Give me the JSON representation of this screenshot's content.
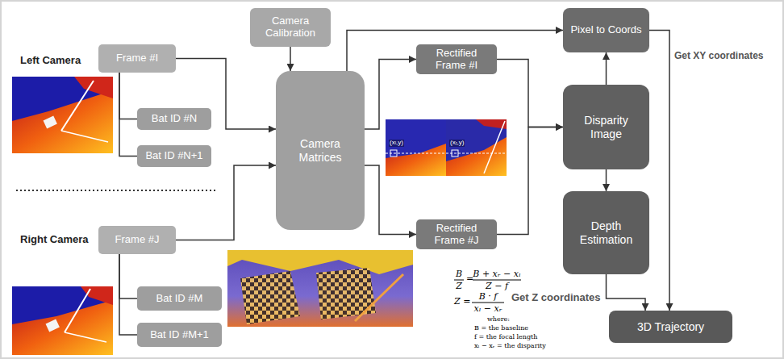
{
  "diagram": {
    "nodes": [
      {
        "text": [
          "Camera Calibration"
        ]
      },
      {
        "text": [
          "Frame #I"
        ]
      },
      {
        "text": [
          "Bat ID #N"
        ]
      },
      {
        "text": [
          "Bat ID #N+1"
        ]
      },
      {
        "text": [
          "Camera Matrices"
        ]
      },
      {
        "text": [
          "Rectified Frame #I"
        ]
      },
      {
        "text": [
          "Pixel to Coords"
        ]
      },
      {
        "text": [
          "Disparity Image"
        ]
      },
      {
        "text": [
          "Depth Estimation"
        ]
      },
      {
        "text": [
          "Rectified Frame #J"
        ]
      },
      {
        "text": [
          "Frame #J"
        ]
      },
      {
        "text": [
          "Bat ID #M"
        ]
      },
      {
        "text": [
          "Bat ID #M+1"
        ]
      },
      {
        "text": [
          "3D Trajectory"
        ]
      }
    ],
    "edges": [
      {
        "from": 1,
        "to": 4,
        "arrow": "to"
      },
      {
        "from": 1,
        "to": 2,
        "arrow": "none"
      },
      {
        "from": 1,
        "to": 3,
        "arrow": "none"
      },
      {
        "from": 0,
        "to": 4,
        "arrow": "to"
      },
      {
        "from": 10,
        "to": 4,
        "arrow": "to"
      },
      {
        "from": 10,
        "to": 11,
        "arrow": "none"
      },
      {
        "from": 10,
        "to": 12,
        "arrow": "none"
      },
      {
        "from": 4,
        "to": 5,
        "arrow": "to"
      },
      {
        "from": 4,
        "to": 9,
        "arrow": "to"
      },
      {
        "from": 4,
        "to": 6,
        "arrow": "to"
      },
      {
        "from": 5,
        "to": 7,
        "arrow": "to"
      },
      {
        "from": 9,
        "to": 7,
        "arrow": "to"
      },
      {
        "from": 7,
        "to": 6,
        "arrow": "to"
      },
      {
        "from": 7,
        "to": 8,
        "arrow": "to"
      },
      {
        "from": 8,
        "to": 13,
        "arrow": "to"
      },
      {
        "from": 6,
        "to": 13,
        "arrow": "to"
      }
    ],
    "labels": [
      "Left Camera",
      "Right Camera",
      "Get XY coordinates",
      "Get Z coordinates",
      "B",
      "Z",
      "=",
      "B + xᵣ − xₗ",
      "Z − f",
      "Z =",
      "B · f",
      "xₗ − xᵣ",
      "where:",
      "B = the baseline",
      "f = the focal length",
      "xₗ − xᵣ = the disparity",
      "(xₗ,y)",
      "(xᵣ,y)"
    ]
  }
}
